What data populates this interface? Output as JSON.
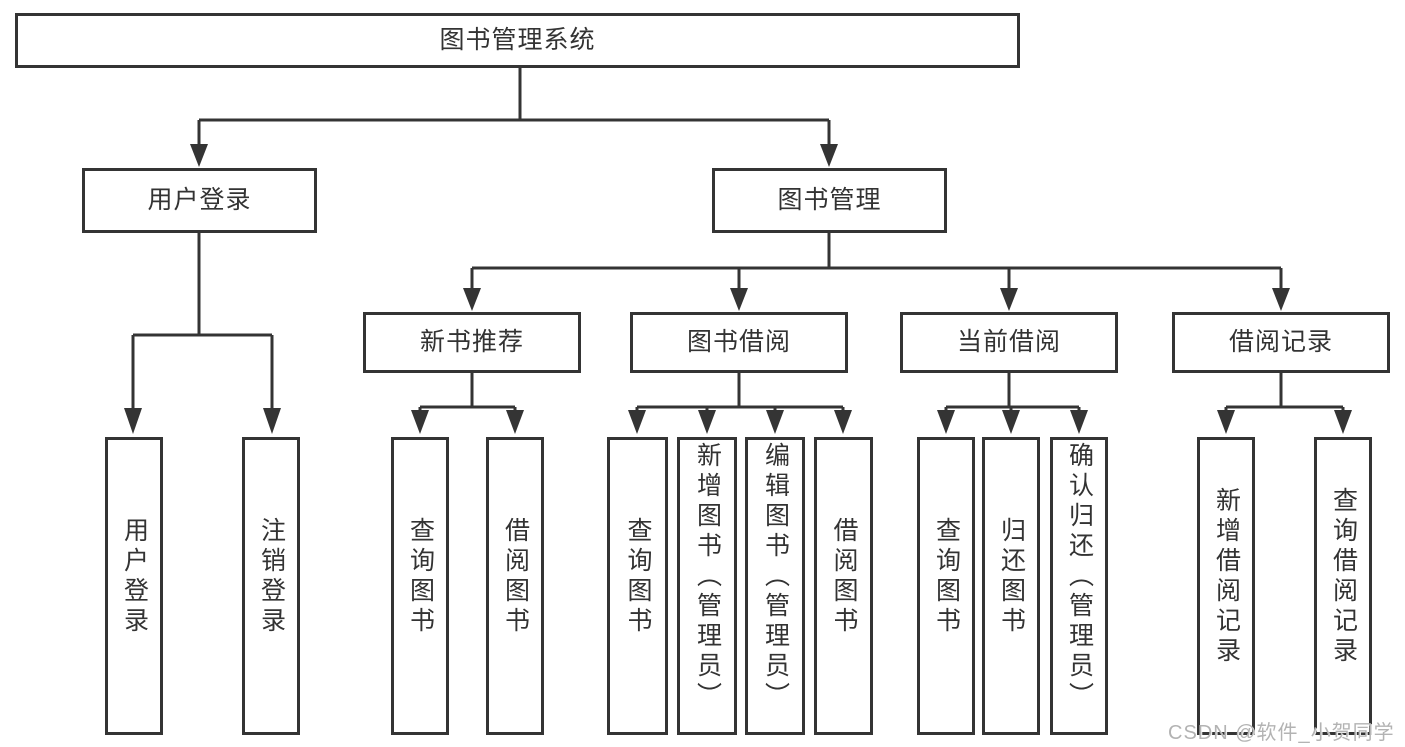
{
  "colors": {
    "line": "#343434",
    "text": "#333333",
    "watermark_text": "#b3b3b3",
    "background": "#ffffff"
  },
  "watermark": {
    "text": "CSDN @软件_小贺同学"
  },
  "tree": {
    "root": {
      "label": "图书管理系统"
    },
    "branches": [
      {
        "label": "用户登录",
        "children": [
          {
            "label": "用户登录"
          },
          {
            "label": "注销登录"
          }
        ]
      },
      {
        "label": "图书管理",
        "sections": [
          {
            "label": "新书推荐",
            "children": [
              {
                "label": "查询图书"
              },
              {
                "label": "借阅图书"
              }
            ]
          },
          {
            "label": "图书借阅",
            "children": [
              {
                "label": "查询图书"
              },
              {
                "label": "新增图书（管理员）"
              },
              {
                "label": "编辑图书（管理员）"
              },
              {
                "label": "借阅图书"
              }
            ]
          },
          {
            "label": "当前借阅",
            "children": [
              {
                "label": "查询图书"
              },
              {
                "label": "归还图书"
              },
              {
                "label": "确认归还（管理员）"
              }
            ]
          },
          {
            "label": "借阅记录",
            "children": [
              {
                "label": "新增借阅记录"
              },
              {
                "label": "查询借阅记录"
              }
            ]
          }
        ]
      }
    ]
  }
}
